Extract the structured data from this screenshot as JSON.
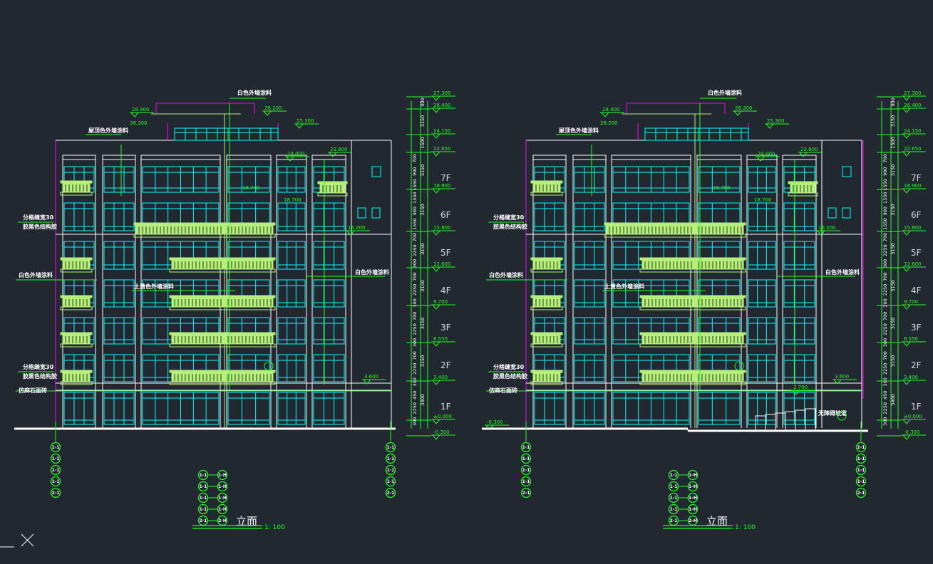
{
  "drawings": [
    {
      "title": "立面",
      "scale": "1: 100"
    },
    {
      "title": "立面",
      "scale": "1: 100"
    }
  ],
  "floors": [
    "7F",
    "6F",
    "5F",
    "4F",
    "3F",
    "2F",
    "1F"
  ],
  "levels": [
    "27.300",
    "26.400",
    "24.150",
    "22.650",
    "18.900",
    "15.800",
    "12.600",
    "9.700",
    "6.550",
    "3.400",
    "±0.000",
    "-0.300"
  ],
  "dims_outer": [
    "900",
    "3150",
    "1500",
    "3150",
    "3150",
    "3150",
    "3150",
    "3150",
    "3150",
    "3400"
  ],
  "dims_inner": [
    "700",
    "900",
    "1550",
    "1550",
    "900",
    "1550",
    "700",
    "2250",
    "300",
    "700",
    "2250",
    "300",
    "700",
    "2250",
    "300",
    "700",
    "2250",
    "300",
    "450",
    "2250",
    "300"
  ],
  "notes": {
    "top": "白色外墙涂料",
    "roof": "屋顶色外墙涂料",
    "joint": "分格缝宽30",
    "sealant": "胶黑色结构胶",
    "white_left": "白色外墙涂料",
    "yellow": "土黄色外墙涂料",
    "white_right": "白色外墙涂料",
    "base": "仿麻石面砖"
  },
  "minor_levels": {
    "roof_a": "28.400",
    "roof_b": "28.200",
    "roof_c": "26.200",
    "roof_d": "25.300",
    "parapet_a": "24.000",
    "parapet_b": "23.800",
    "mid_a": "18.700",
    "mid_b": "16.200",
    "entry": "3.600"
  },
  "drawing2_extra": {
    "entry_low": "2.700",
    "outside": "-0.300",
    "ramp_note": "无障碍坡道"
  },
  "axis_bubbles": [
    "1-1",
    "1-1",
    "1-1",
    "1-1",
    "2-1"
  ],
  "axis_pairs": {
    "left": [
      "1-1",
      "1-1",
      "1-1",
      "1-1",
      "2-1"
    ],
    "right": [
      "1-H",
      "1-H",
      "1-H",
      "1-H",
      "2-H"
    ]
  },
  "colors": {
    "background": "#212830",
    "window": "#00ffff",
    "annotation": "#22ff22",
    "outline": "#ffffff",
    "boundary": "#ff00ff",
    "balcony": "#b6f07a",
    "ground": "#ffff66"
  }
}
